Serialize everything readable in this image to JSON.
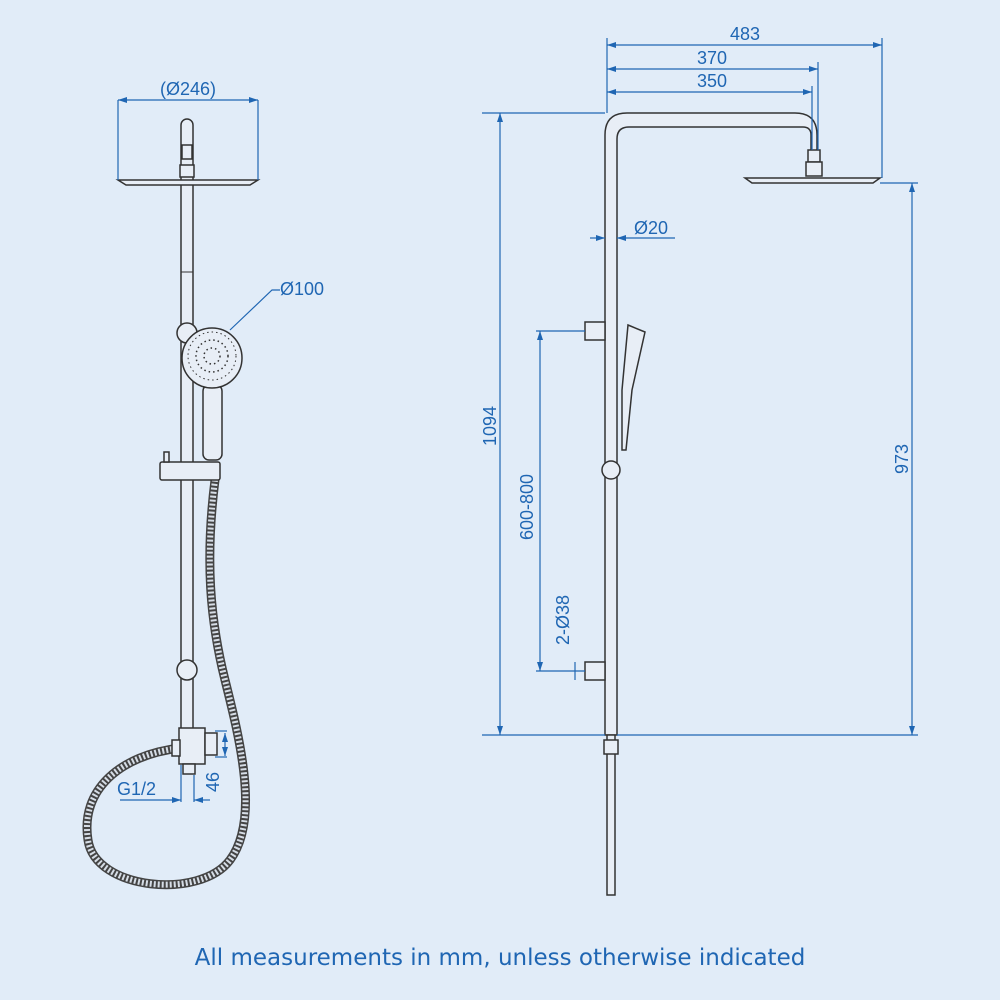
{
  "side_view": {
    "head_diameter": "(Ø246)",
    "hand_shower_diameter": "Ø100",
    "inlet_thread": "G1/2",
    "inlet_offset": "46"
  },
  "front_view": {
    "total_projection": "483",
    "arm_reach_outer": "370",
    "arm_reach_inner": "350",
    "total_height": "1094",
    "head_height": "973",
    "bracket_spacing": "600-800",
    "bracket_diameter": "2-Ø38",
    "pipe_diameter": "Ø20"
  },
  "footer_note": "All measurements in mm, unless otherwise indicated",
  "colors": {
    "background": "#e1ecf8",
    "dimension": "#1f66b3"
  }
}
